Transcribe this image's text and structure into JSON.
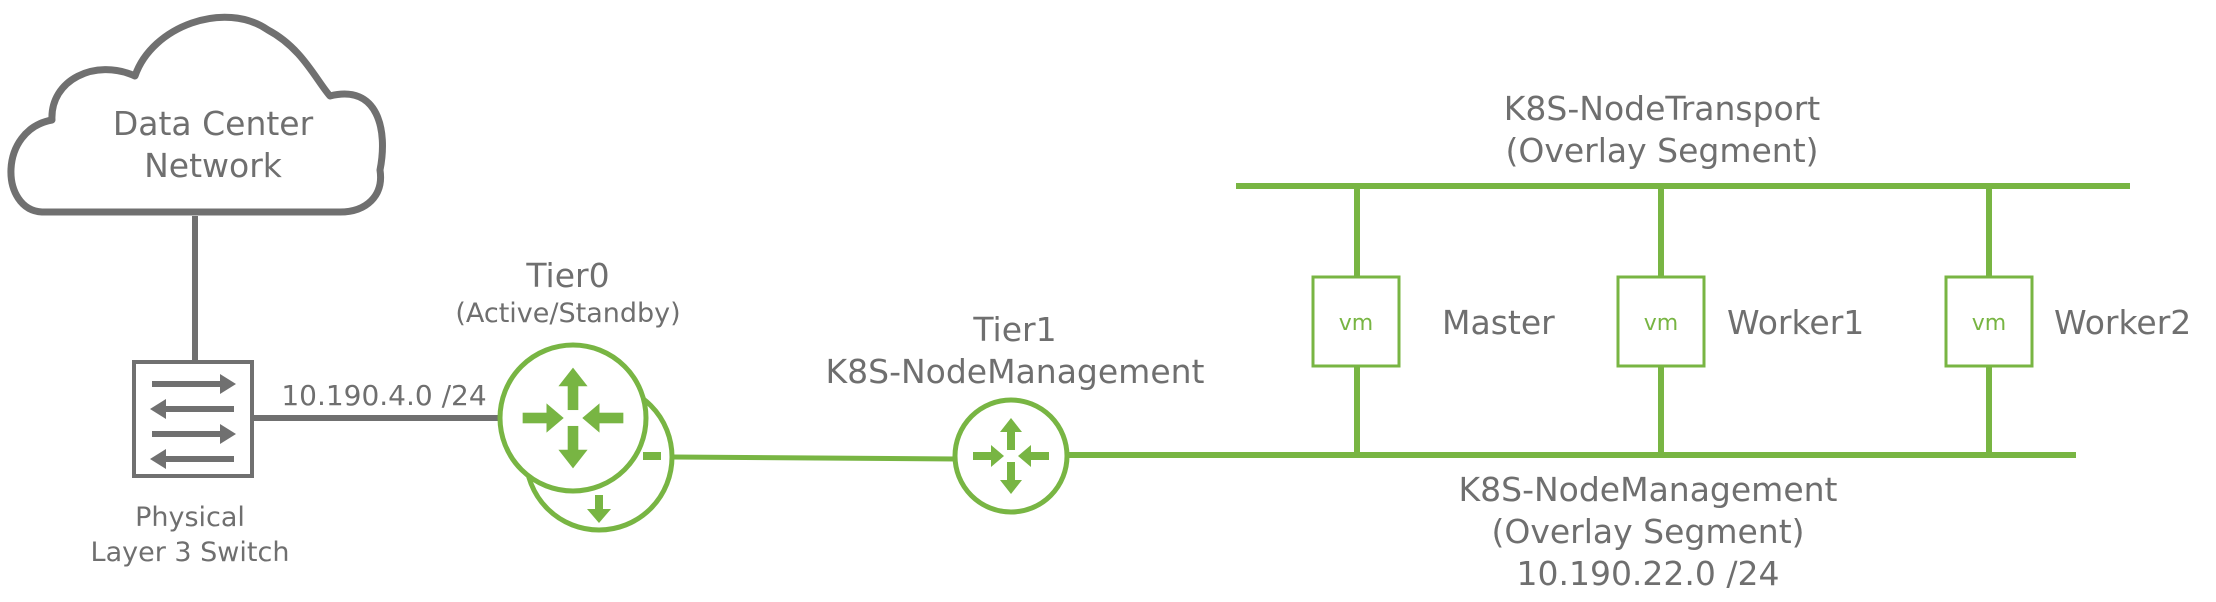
{
  "colors": {
    "green": "#78b543",
    "gray": "#707070",
    "text": "#6f6f6f",
    "background": "#ffffff"
  },
  "cloud": {
    "line1": "Data Center",
    "line2": "Network",
    "icon": "cloud-icon"
  },
  "switch": {
    "icon": "layer3-switch-icon",
    "label_line1": "Physical",
    "label_line2": "Layer 3 Switch"
  },
  "uplink": {
    "subnet": "10.190.4.0 /24"
  },
  "tier0": {
    "title": "Tier0",
    "mode": "(Active/Standby)",
    "icon": "router-icon"
  },
  "tier1": {
    "title": "Tier1",
    "name": "K8S-NodeManagement",
    "icon": "router-icon"
  },
  "transport_segment": {
    "name": "K8S-NodeTransport",
    "type": "(Overlay Segment)"
  },
  "management_segment": {
    "name": "K8S-NodeManagement",
    "type": "(Overlay Segment)",
    "subnet": "10.190.22.0 /24"
  },
  "vms": [
    {
      "badge": "vm",
      "label": "Master"
    },
    {
      "badge": "vm",
      "label": "Worker1"
    },
    {
      "badge": "vm",
      "label": "Worker2"
    }
  ]
}
